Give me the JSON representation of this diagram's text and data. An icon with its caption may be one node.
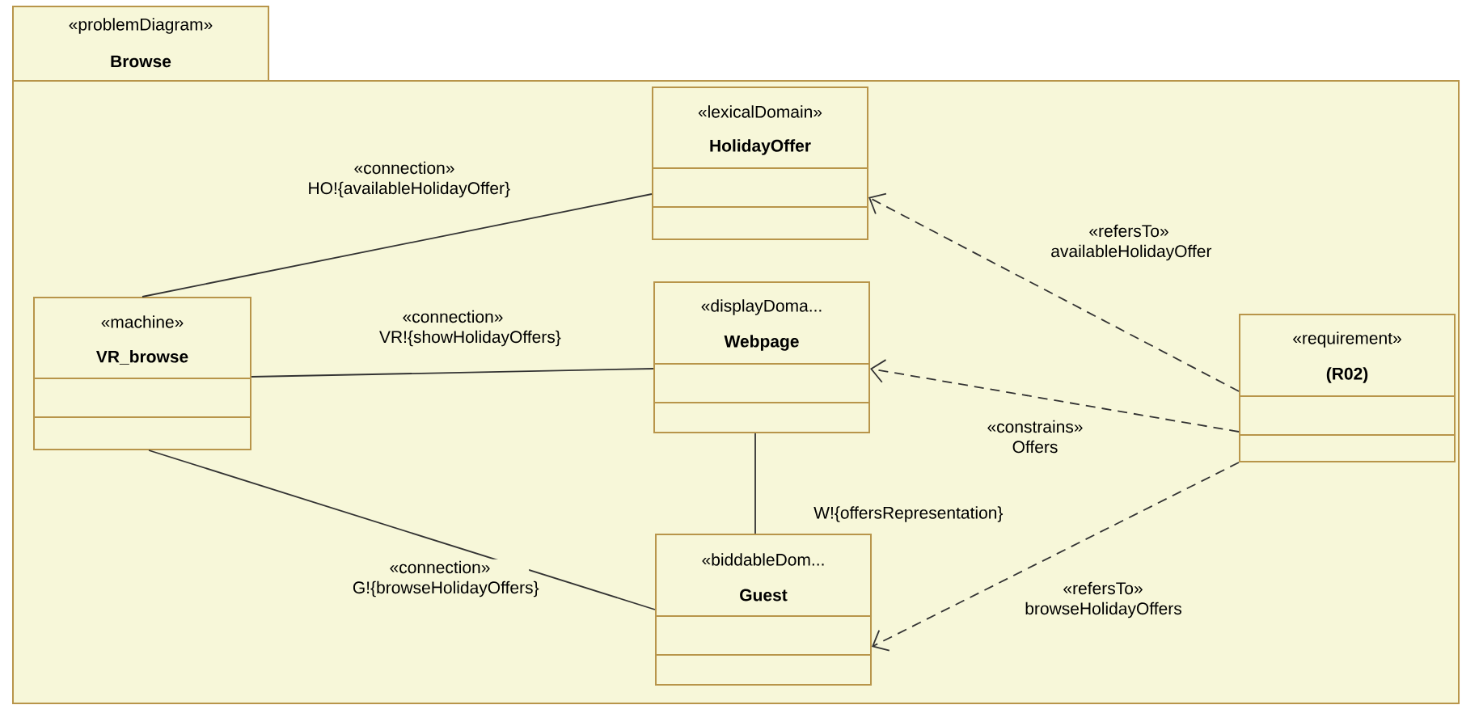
{
  "diagram": {
    "nodes": [
      {
        "text": [
          "«problemDiagram»",
          "Browse"
        ]
      },
      {
        "text": [
          "«lexicalDomain»",
          "HolidayOffer"
        ],
        "in": 0
      },
      {
        "text": [
          "«machine»",
          "VR_browse"
        ],
        "in": 0
      },
      {
        "text": [
          "«displayDoma...",
          "Webpage"
        ],
        "in": 0
      },
      {
        "text": [
          "«biddableDom...",
          "Guest"
        ],
        "in": 0
      },
      {
        "text": [
          "«requirement»",
          "(R02)"
        ],
        "in": 0
      }
    ],
    "edges": [
      {
        "from": 2,
        "to": 1,
        "arrow": "none",
        "label": "«connection» HO!{availableHolidayOffer}"
      },
      {
        "from": 2,
        "to": 3,
        "arrow": "none",
        "label": "«connection» VR!{showHolidayOffers}"
      },
      {
        "from": 2,
        "to": 4,
        "arrow": "none",
        "label": "«connection» G!{browseHolidayOffers}"
      },
      {
        "from": 3,
        "to": 4,
        "arrow": "none",
        "label": "W!{offersRepresentation}"
      },
      {
        "from": 5,
        "to": 1,
        "arrow": "to",
        "style": "dashed",
        "label": "«refersTo» availableHolidayOffer"
      },
      {
        "from": 5,
        "to": 3,
        "arrow": "to",
        "style": "dashed",
        "label": "«constrains» Offers"
      },
      {
        "from": 5,
        "to": 4,
        "arrow": "to",
        "style": "dashed",
        "label": "«refersTo» browseHolidayOffers"
      }
    ]
  }
}
